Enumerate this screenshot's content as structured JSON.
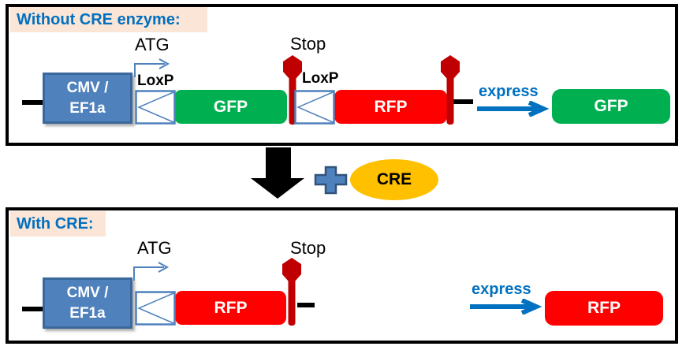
{
  "colors": {
    "title_text": "#0070C0",
    "title_bg": "#FBE5D6",
    "promoter_fill": "#4F81BD",
    "promoter_border": "#3A679C",
    "loxp_stroke": "#4F81BD",
    "gfp_fill": "#00B050",
    "rfp_fill": "#FF0000",
    "stop_fill": "#C00000",
    "express_blue": "#0070C0",
    "cre_fill": "#FFC000",
    "down_arrow": "#000000"
  },
  "panel_without": {
    "title": "Without CRE enzyme:",
    "atg_label": "ATG",
    "stop_label": "Stop",
    "loxp1_label": "LoxP",
    "loxp2_label": "LoxP",
    "promoter_line1": "CMV /",
    "promoter_line2": "EF1a",
    "gfp_label": "GFP",
    "rfp_label": "RFP",
    "express_label": "express",
    "result_label": "GFP"
  },
  "middle": {
    "cre_label": "CRE"
  },
  "panel_with": {
    "title": "With CRE:",
    "atg_label": "ATG",
    "stop_label": "Stop",
    "promoter_line1": "CMV /",
    "promoter_line2": "EF1a",
    "rfp_label": "RFP",
    "express_label": "express",
    "result_label": "RFP"
  }
}
